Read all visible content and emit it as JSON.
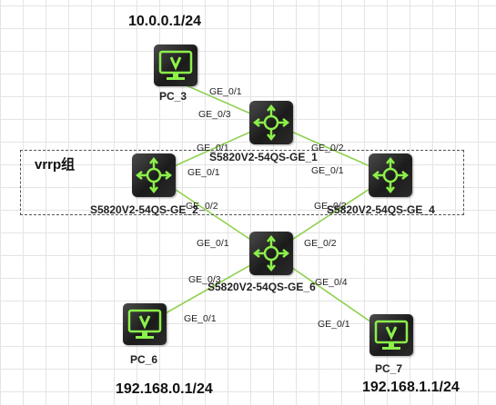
{
  "group": {
    "label": "vrrp组"
  },
  "devices": {
    "pc3": {
      "name": "PC_3",
      "ip": "10.0.0.1/24",
      "icon": "pc-monitor-icon"
    },
    "pc6": {
      "name": "PC_6",
      "ip": "192.168.0.1/24",
      "icon": "pc-monitor-icon"
    },
    "pc7": {
      "name": "PC_7",
      "ip": "192.168.1.1/24",
      "icon": "pc-monitor-icon"
    },
    "sw1": {
      "name": "S5820V2-54QS-GE_1",
      "icon": "switch-arrows-icon"
    },
    "sw2": {
      "name": "S5820V2-54QS-GE_2",
      "icon": "switch-arrows-icon"
    },
    "sw4": {
      "name": "S5820V2-54QS-GE_4",
      "icon": "switch-arrows-icon"
    },
    "sw6": {
      "name": "S5820V2-54QS-GE_6",
      "icon": "switch-arrows-icon"
    }
  },
  "ports": {
    "pc3_sw1_a": "GE_0/1",
    "pc3_sw1_b": "GE_0/3",
    "sw1_sw2_a": "GE_0/1",
    "sw1_sw2_b": "GE_0/1",
    "sw1_sw4_a": "GE_0/2",
    "sw1_sw4_b": "GE_0/1",
    "sw2_sw6_a": "GE_0/2",
    "sw2_sw6_b": "GE_0/1",
    "sw4_sw6_a": "GE_0/2",
    "sw4_sw6_b": "GE_0/2",
    "sw6_pc6_a": "GE_0/3",
    "sw6_pc6_b": "GE_0/1",
    "sw6_pc7_a": "GE_0/4",
    "sw6_pc7_b": "GE_0/1"
  },
  "colors": {
    "link": "#8fd14f",
    "icon_green": "#8cf04a",
    "device_body": "#2a2a2a"
  }
}
